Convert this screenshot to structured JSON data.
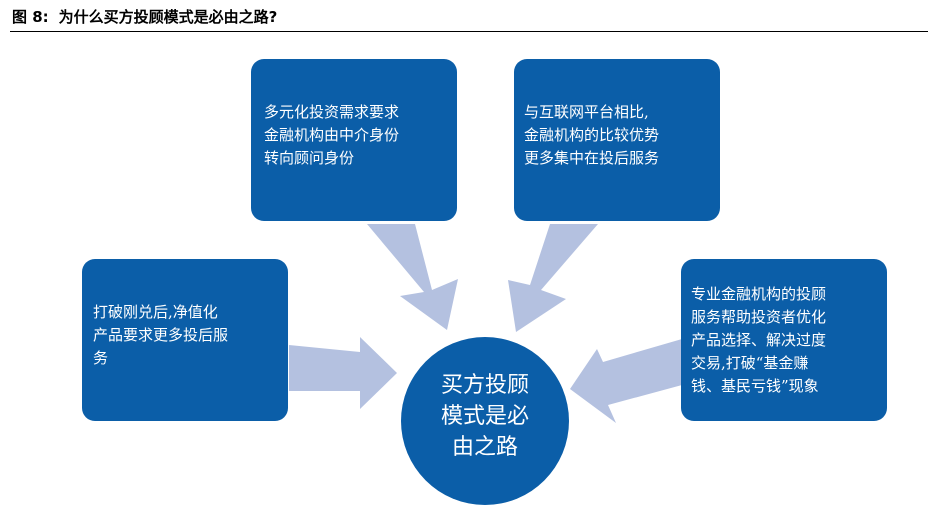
{
  "figure": {
    "label": "图 8:",
    "title": "为什么买方投顾模式是必由之路?"
  },
  "center": {
    "lines": [
      "买方投顾",
      "模式是必",
      "由之路"
    ]
  },
  "boxes": {
    "top_left": {
      "lines": [
        "多元化投资需求要求",
        "金融机构由中介身份",
        "转向顾问身份"
      ]
    },
    "top_right": {
      "lines": [
        "与互联网平台相比,",
        "金融机构的比较优势",
        "更多集中在投后服务"
      ]
    },
    "left": {
      "lines": [
        "打破刚兑后,净值化",
        "产品要求更多投后服",
        "务"
      ]
    },
    "right": {
      "lines": [
        "专业金融机构的投顾",
        "服务帮助投资者优化",
        "产品选择、解决过度",
        "交易,打破“基金赚",
        "钱、基民亏钱”现象"
      ]
    }
  },
  "colors": {
    "box_fill": "#0b5ea8",
    "arrow_fill": "#b4c1e0",
    "text_on_box": "#ffffff"
  }
}
